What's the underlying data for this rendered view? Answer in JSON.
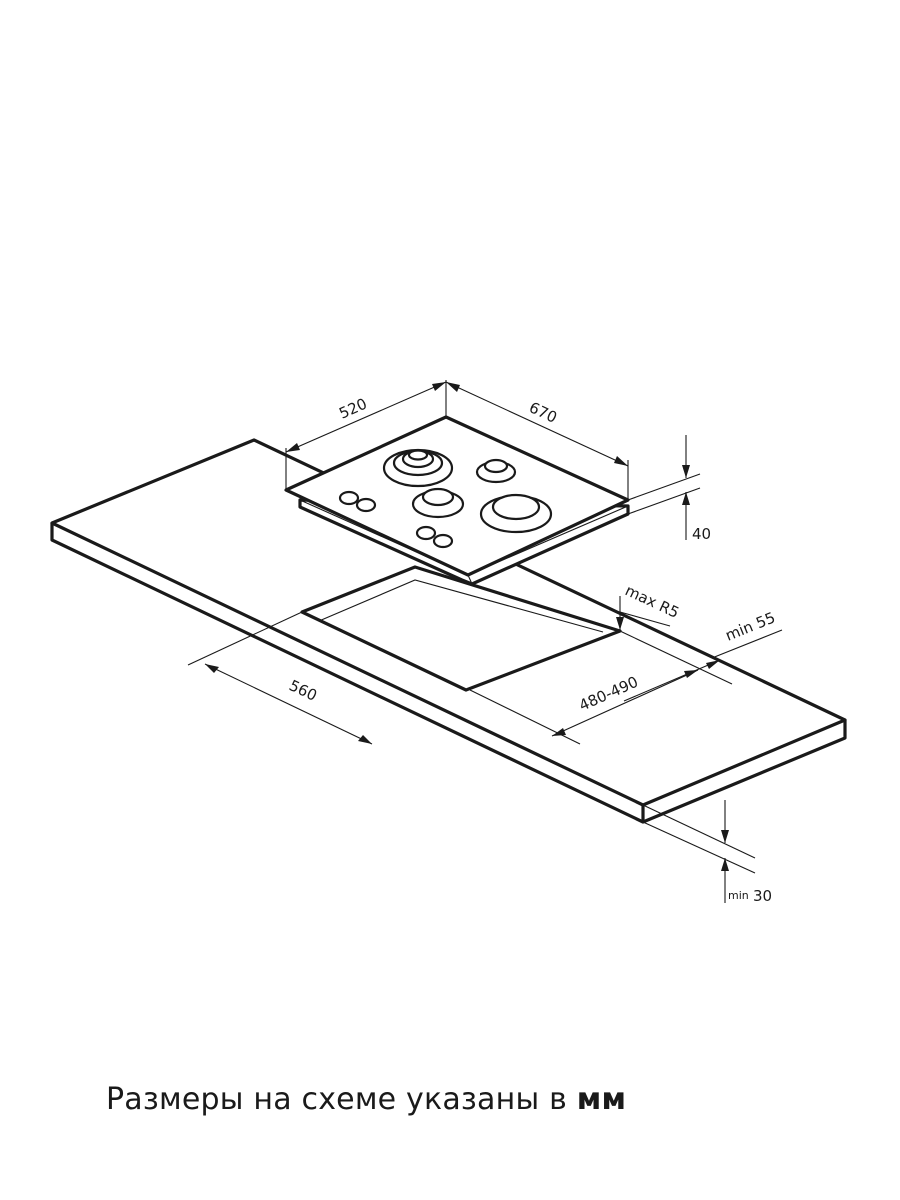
{
  "dimensions": {
    "hob_depth": "520",
    "hob_width": "670",
    "hob_height": "40",
    "cutout_width": "560",
    "cutout_depth": "480-490",
    "corner_radius": "max R5",
    "edge_distance": "min 55",
    "countertop_thickness_min": "min",
    "countertop_thickness_value": "30"
  },
  "caption": {
    "text": "Размеры на схеме указаны в",
    "unit": "мм"
  }
}
